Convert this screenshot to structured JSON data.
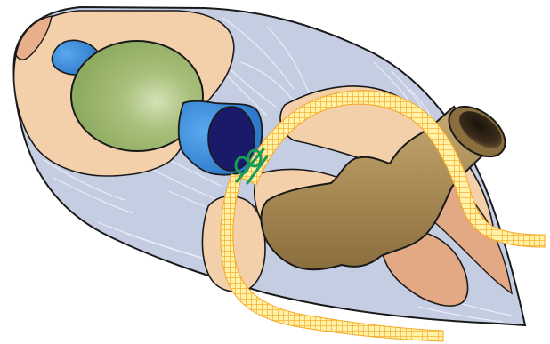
{
  "illustration": {
    "colors": {
      "background": "#ffffff",
      "outline": "#1a1a1a",
      "connective_tissue": "#c5cde3",
      "fiber_lines": "#eef1f8",
      "tissue_skin": "#f3cfaa",
      "tissue_shadow": "#e3a884",
      "cyst_green": "#99b46c",
      "duct_blue": "#2e7fd0",
      "duct_dark": "#1a1a6a",
      "mesh_orange": "#f4a823",
      "mesh_yellow": "#fff1a6",
      "bowel_tan": "#a98c57",
      "bowel_dark": "#3c2e1d",
      "clip_green": "#1a9a5a"
    },
    "icons": [
      "green-cyst",
      "blue-duct",
      "surgical-clip",
      "mesh-strip",
      "bowel-tube"
    ]
  }
}
